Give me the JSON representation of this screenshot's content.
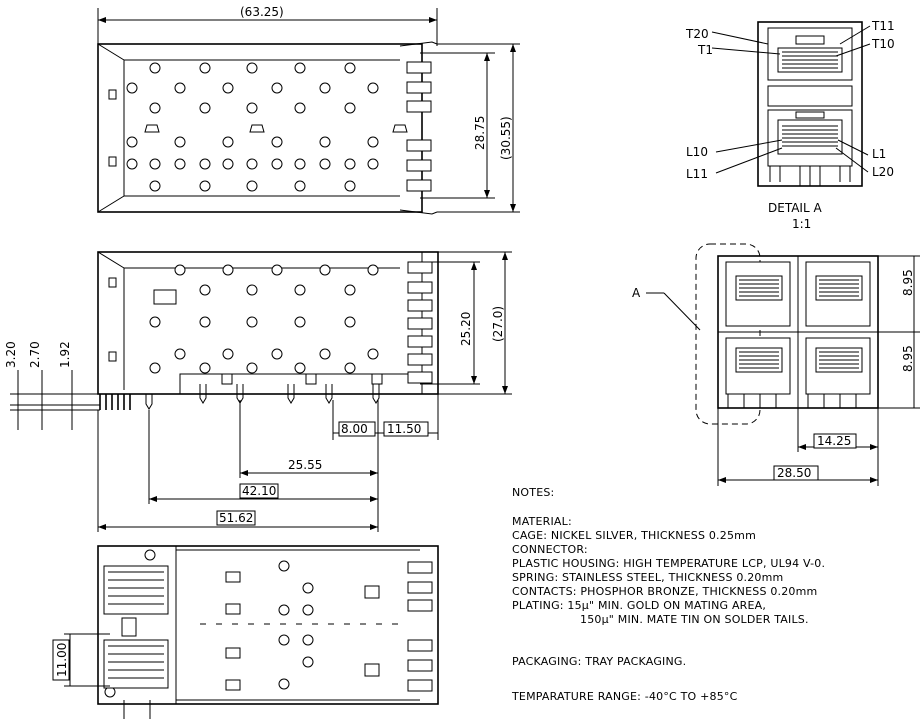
{
  "top_view": {
    "dims": {
      "overall_length": "(63.25)",
      "height_inner": "28.75",
      "height_outer": "(30.55)"
    }
  },
  "side_view": {
    "dims": {
      "pin_pitch_1": "8.00",
      "pin_pitch_2": "11.50",
      "dist_25": "25.55",
      "dist_42": "42.10",
      "dist_51": "51.62",
      "height_inner": "25.20",
      "height_outer": "(27.0)",
      "offset_320": "3.20",
      "offset_270": "2.70",
      "offset_192": "1.92"
    }
  },
  "bottom_view": {
    "dims": {
      "spacing": "11.00"
    }
  },
  "detail": {
    "title": "DETAIL  A",
    "scale": "1:1",
    "labels": {
      "t20": "T20",
      "t1": "T1",
      "t11": "T11",
      "t10": "T10",
      "l10": "L10",
      "l11": "L11",
      "l1": "L1",
      "l20": "L20"
    }
  },
  "front_view": {
    "callout": "A",
    "dims": {
      "width_inner": "14.25",
      "width_outer": "28.50",
      "pitch_top": "8.95",
      "pitch_bottom": "8.95"
    }
  },
  "notes": {
    "heading": "NOTES:",
    "lines": [
      "MATERIAL:",
      "CAGE: NICKEL SILVER, THICKNESS 0.25mm",
      "CONNECTOR:",
      "PLASTIC HOUSING: HIGH TEMPERATURE LCP, UL94 V-0.",
      "SPRING: STAINLESS STEEL, THICKNESS 0.20mm",
      "CONTACTS: PHOSPHOR BRONZE, THICKNESS 0.20mm",
      "PLATING: 15µ\" MIN. GOLD ON MATING AREA,",
      "150µ\" MIN. MATE TIN ON SOLDER TAILS."
    ],
    "packaging": "PACKAGING: TRAY PACKAGING.",
    "temperature": "TEMPARATURE RANGE: -40°C TO +85°C"
  }
}
